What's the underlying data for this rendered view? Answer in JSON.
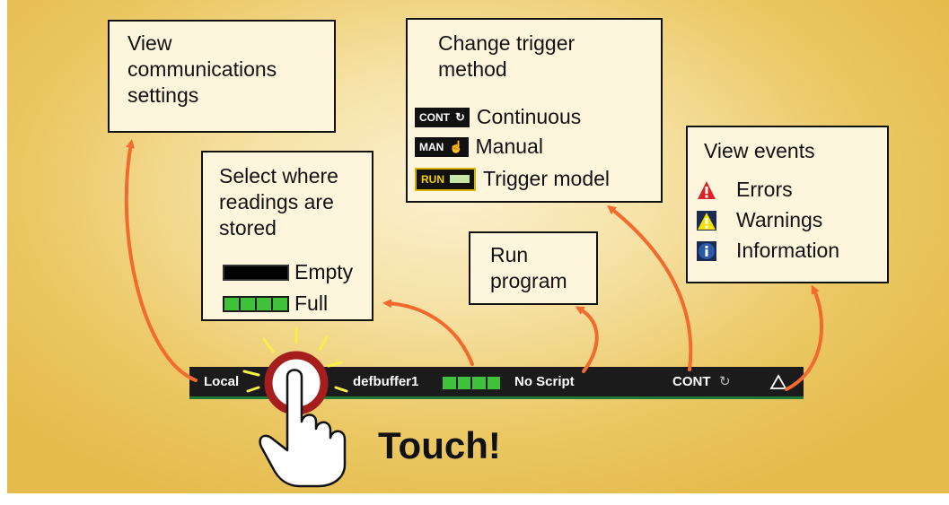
{
  "colors": {
    "accent_arrow": "#f26a2e",
    "status_bar": "#1b1b1b",
    "buffer_green": "#3fc23a",
    "error_red": "#d8232a",
    "warning_yellow": "#f4e200",
    "info_blue": "#2b5aa6",
    "touch_ring": "#a61d1d"
  },
  "callouts": {
    "comms": {
      "text_lines": [
        "View",
        "communications",
        "settings"
      ]
    },
    "buffer": {
      "text_lines": [
        "Select where",
        "readings are",
        "stored"
      ],
      "legend": [
        {
          "icon": "empty-buffer-icon",
          "label": "Empty"
        },
        {
          "icon": "full-buffer-icon",
          "label": "Full"
        }
      ]
    },
    "trigger": {
      "text_lines": [
        "Change trigger",
        "method"
      ],
      "options": [
        {
          "badge": "CONT",
          "icon": "refresh-icon",
          "label": "Continuous"
        },
        {
          "badge": "MAN",
          "icon": "hand-icon",
          "label": "Manual"
        },
        {
          "badge": "RUN",
          "icon": "run-bar-icon",
          "label": "Trigger model"
        }
      ]
    },
    "script": {
      "text_lines": [
        "Run",
        "program"
      ]
    },
    "events": {
      "title": "View events",
      "items": [
        {
          "icon": "error-icon",
          "label": "Errors"
        },
        {
          "icon": "warning-icon",
          "label": "Warnings"
        },
        {
          "icon": "info-icon",
          "label": "Information"
        }
      ]
    }
  },
  "status_bar": {
    "local": "Local",
    "buffer_name": "defbuffer1",
    "script": "No Script",
    "trigger_mode": "CONT",
    "event_icon": "warning-triangle-icon"
  },
  "touch_label": "Touch!"
}
